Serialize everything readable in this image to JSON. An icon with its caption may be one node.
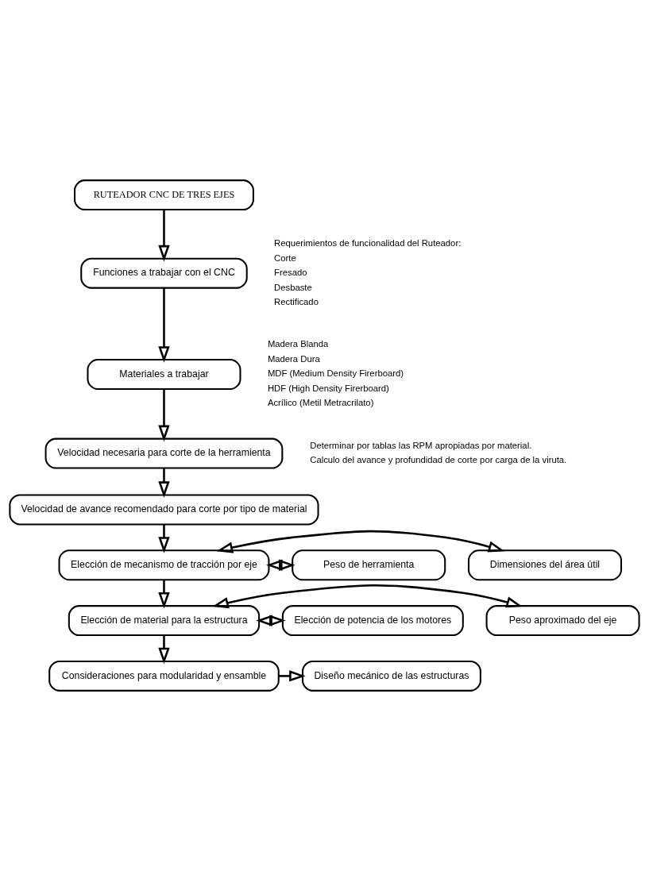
{
  "diagram": {
    "nodes": [
      {
        "text": [
          "RUTEADOR CNC DE TRES EJES"
        ]
      },
      {
        "text": [
          "Funciones a trabajar con el CNC"
        ]
      },
      {
        "text": [
          "Materiales a trabajar"
        ]
      },
      {
        "text": [
          "Velocidad necesaria para corte de la herramienta"
        ]
      },
      {
        "text": [
          "Velocidad de avance recomendado para corte por tipo de material"
        ]
      },
      {
        "text": [
          "Elección de mecanismo de tracción por eje"
        ]
      },
      {
        "text": [
          "Dimensiones del área útil"
        ]
      },
      {
        "text": [
          "Peso de herramienta"
        ]
      },
      {
        "text": [
          "Elección de material para la estructura"
        ]
      },
      {
        "text": [
          "Peso aproximado del eje"
        ]
      },
      {
        "text": [
          "Elección de potencia de los motores"
        ]
      },
      {
        "text": [
          "Consideraciones para modularidad y ensamble"
        ]
      },
      {
        "text": [
          "Diseño mecánico de las estructuras"
        ]
      }
    ],
    "edges": [
      {
        "from": 0,
        "to": 1,
        "arrow": "to"
      },
      {
        "from": 1,
        "to": 2,
        "arrow": "to"
      },
      {
        "from": 2,
        "to": 3,
        "arrow": "to"
      },
      {
        "from": 3,
        "to": 4,
        "arrow": "to"
      },
      {
        "from": 4,
        "to": 5,
        "arrow": "to"
      },
      {
        "from": 5,
        "to": 6,
        "arrow": "both"
      },
      {
        "from": 5,
        "to": 7,
        "arrow": "both"
      },
      {
        "from": 5,
        "to": 8,
        "arrow": "to"
      },
      {
        "from": 8,
        "to": 9,
        "arrow": "both"
      },
      {
        "from": 8,
        "to": 10,
        "arrow": "both"
      },
      {
        "from": 8,
        "to": 11,
        "arrow": "to"
      },
      {
        "from": 11,
        "to": 12,
        "arrow": "to"
      }
    ],
    "labels": [
      "Requerimientos de funcionalidad del Ruteador:",
      "Corte",
      "Fresado",
      "Desbaste",
      "Rectificado",
      "Madera Blanda",
      "Madera Dura",
      "MDF (Medium Density Firerboard)",
      "HDF (High Density Firerboard)",
      "Acrílico (Metil Metracrilato)",
      "Determinar por tablas las RPM apropiadas por material.",
      "Calculo del avance y profundidad de corte por carga de la viruta."
    ]
  }
}
